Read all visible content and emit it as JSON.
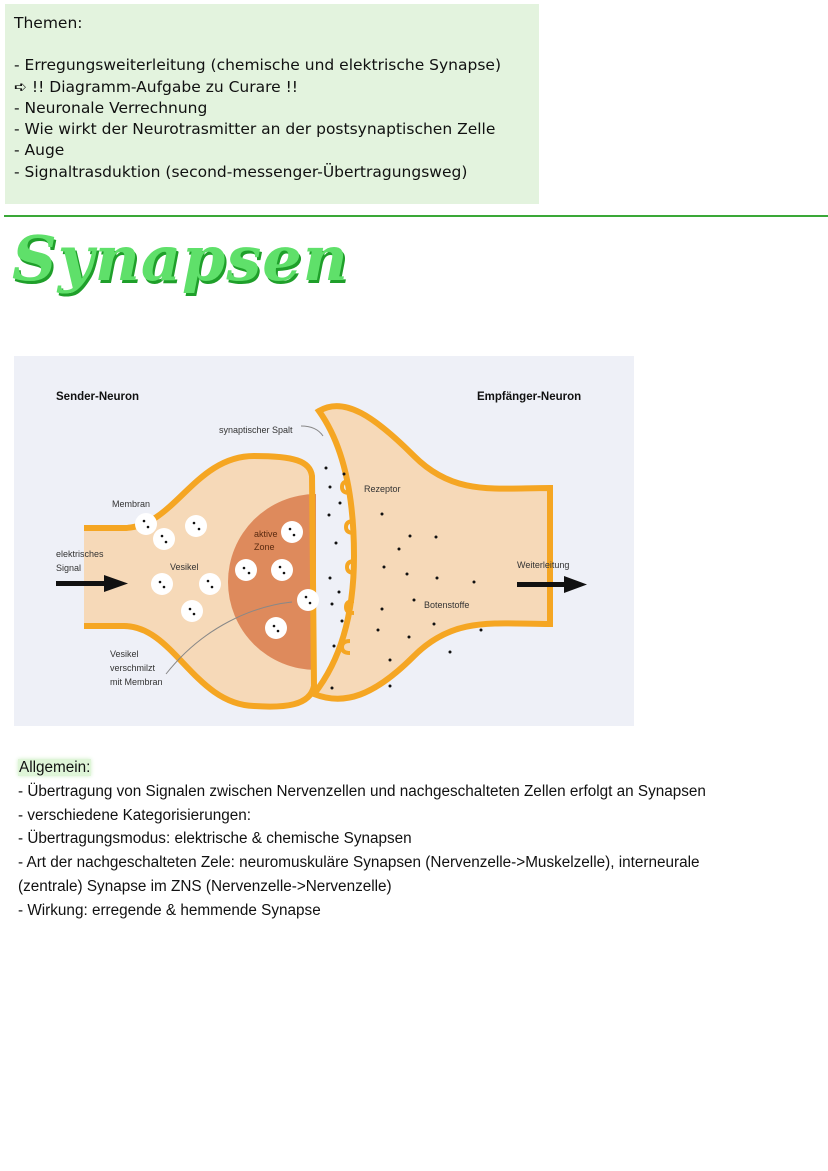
{
  "topics": {
    "heading": "Themen:",
    "items": [
      "- Erregungsweiterleitung (chemische und elektrische Synapse)",
      "➪ !! Diagramm-Aufgabe zu Curare !!",
      "- Neuronale Verrechnung",
      "- Wie wirkt der Neurotrasmitter an der postsynaptischen Zelle",
      "- Auge",
      "- Signaltrasduktion (second-messenger-Übertragungsweg)"
    ]
  },
  "title": "Synapsen",
  "diagram": {
    "sender": "Sender-Neuron",
    "receiver": "Empfänger-Neuron",
    "cleft": "synaptischer Spalt",
    "membrane": "Membran",
    "receptor": "Rezeptor",
    "signal_1": "elektrisches",
    "signal_2": "Signal",
    "vesicle": "Vesikel",
    "active_1": "aktive",
    "active_2": "Zone",
    "forward": "Weiterleitung",
    "messengers": "Botenstoffe",
    "fuse_1": "Vesikel",
    "fuse_2": "verschmilzt",
    "fuse_3": "mit Membran",
    "colors": {
      "membrane": "#f5a623",
      "cytoplasm": "#f6d9b8",
      "active_zone": "#de8a5c",
      "background": "#eef0f7"
    }
  },
  "general": {
    "heading": "Allgemein:",
    "lines": [
      "- Übertragung von Signalen zwischen Nervenzellen und nachgeschalteten Zellen erfolgt an Synapsen",
      "- verschiedene Kategorisierungen:",
      "- Übertragungsmodus: elektrische & chemische Synapsen",
      "- Art der nachgeschalteten Zele: neuromuskuläre Synapsen (Nervenzelle->Muskelzelle), interneurale",
      "(zentrale) Synapse im ZNS (Nervenzelle->Nervenzelle)",
      "- Wirkung: erregende & hemmende Synapse"
    ]
  }
}
